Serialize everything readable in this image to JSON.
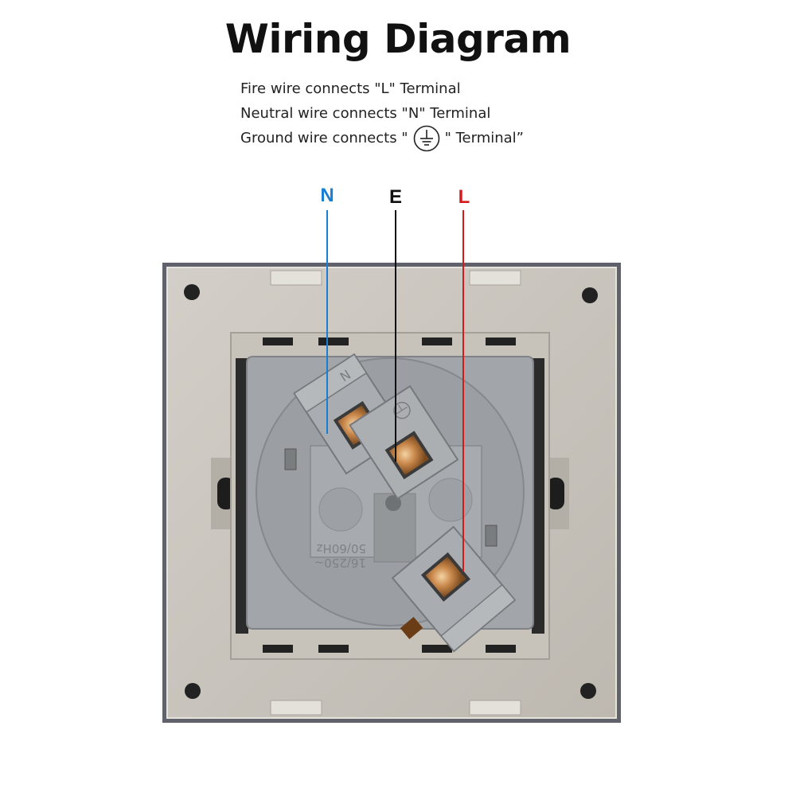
{
  "title": "Wiring Diagram",
  "instructions": {
    "line_l": "Fire wire connects \"L\" Terminal",
    "line_n": "Neutral wire connects \"N\" Terminal",
    "line_e_before": "Ground wire connects \"",
    "line_e_after": "\" Terminal”"
  },
  "labels": {
    "n": "N",
    "e": "E",
    "l": "L"
  },
  "socket_markings": {
    "terminal_n": "N",
    "rating_a": "16/250~",
    "rating_b": "50/60Hz"
  },
  "colors": {
    "n": "#1a7fd4",
    "e": "#111111",
    "l": "#d41a1a",
    "frame": "#c9c5bd",
    "frame_border": "#6b6c74",
    "module": "#9ea1a5",
    "copper": "#c8874a"
  }
}
